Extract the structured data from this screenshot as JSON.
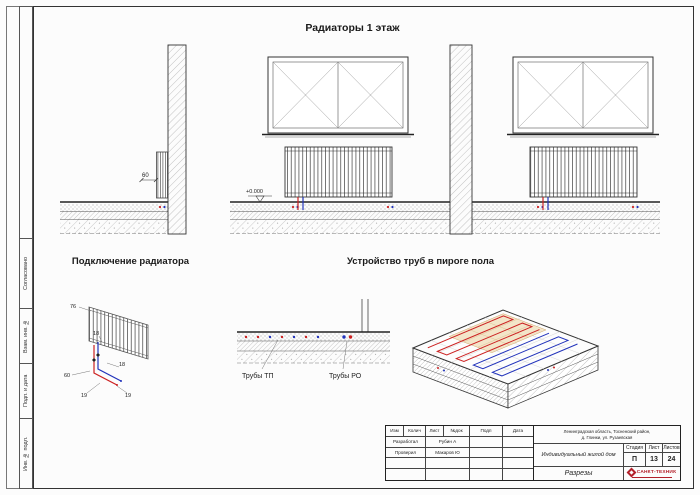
{
  "sheet": {
    "title_top": "Радиаторы 1 этаж",
    "section2_title": "Подключение радиатора",
    "section3_title": "Устройство труб в пироге пола"
  },
  "top_drawing": {
    "level_mark": "+0.000",
    "dim": "60"
  },
  "connection_drawing": {
    "labels": {
      "l76": "76",
      "l18a": "18",
      "l18b": "18",
      "l60": "60",
      "l19a": "19",
      "l19b": "19"
    }
  },
  "floor_detail": {
    "label_tp": "Трубы ТП",
    "label_ro": "Трубы РО"
  },
  "frame": {
    "left_labels": [
      {
        "label": "Согласовано"
      },
      {
        "label": "Взам. инв. №"
      },
      {
        "label": "Подп. и дата"
      },
      {
        "label": "Инв. № подл."
      }
    ]
  },
  "titleblock": {
    "cols": {
      "izm": "Изм",
      "kol": "Колич",
      "list": "Лист",
      "ndok": "№док",
      "podp": "Подп",
      "data": "Дата"
    },
    "rows": [
      {
        "role": "Разработал",
        "name": "Рубин А"
      },
      {
        "role": "Проверил",
        "name": "Макаров Ю"
      }
    ],
    "location_line1": "Ленинградская область, Тосненский район,",
    "location_line2": "д. Глинки, ул. Рузаевская",
    "object_name": "Индивидуальный жилой дом",
    "stage_label": "Стадия",
    "sheet_label": "Лист",
    "sheets_label": "Листов",
    "stage": "П",
    "sheet_no": "13",
    "sheets_total": "24",
    "doc_title": "Разрезы",
    "logo_text": "САНКТ-ТЕХНИК"
  },
  "colors": {
    "pipe_hot": "#cc2222",
    "pipe_cold": "#2233bb",
    "logo_red": "#b3202a"
  }
}
